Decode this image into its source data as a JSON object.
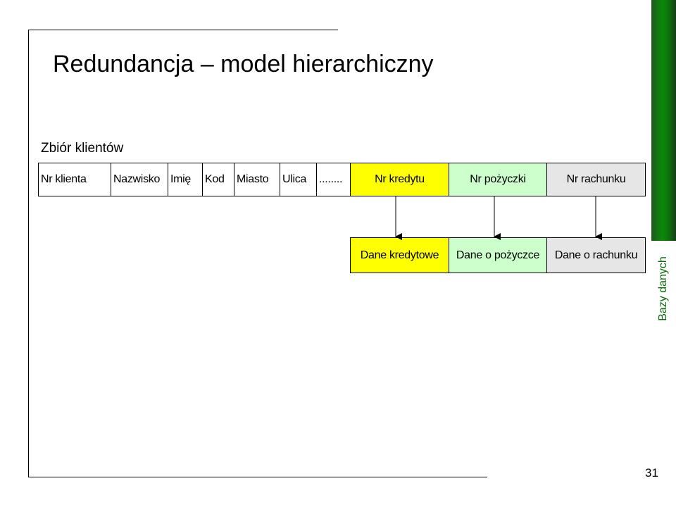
{
  "slide": {
    "title": "Redundancja – model hierarchiczny",
    "subtitle": "Zbiór klientów",
    "side_label": "Bazy danych",
    "page_number": "31"
  },
  "colors": {
    "yellow": "#ffff00",
    "light_green": "#ccffcc",
    "light_gray": "#e6e6e6",
    "side_bar_green": "#0a8a0a"
  },
  "record_fields": [
    {
      "label": "Nr klienta",
      "color": "white"
    },
    {
      "label": "Nazwisko",
      "color": "white"
    },
    {
      "label": "Imię",
      "color": "white"
    },
    {
      "label": "Kod",
      "color": "white"
    },
    {
      "label": "Miasto",
      "color": "white"
    },
    {
      "label": "Ulica",
      "color": "white"
    },
    {
      "label": "........",
      "color": "white"
    },
    {
      "label": "Nr kredytu",
      "color": "yellow"
    },
    {
      "label": "Nr pożyczki",
      "color": "light_green"
    },
    {
      "label": "Nr rachunku",
      "color": "light_gray"
    }
  ],
  "child_records": [
    {
      "label": "Dane kredytowe",
      "color": "yellow"
    },
    {
      "label": "Dane o pożyczce",
      "color": "light_green"
    },
    {
      "label": "Dane o rachunku",
      "color": "light_gray"
    }
  ]
}
